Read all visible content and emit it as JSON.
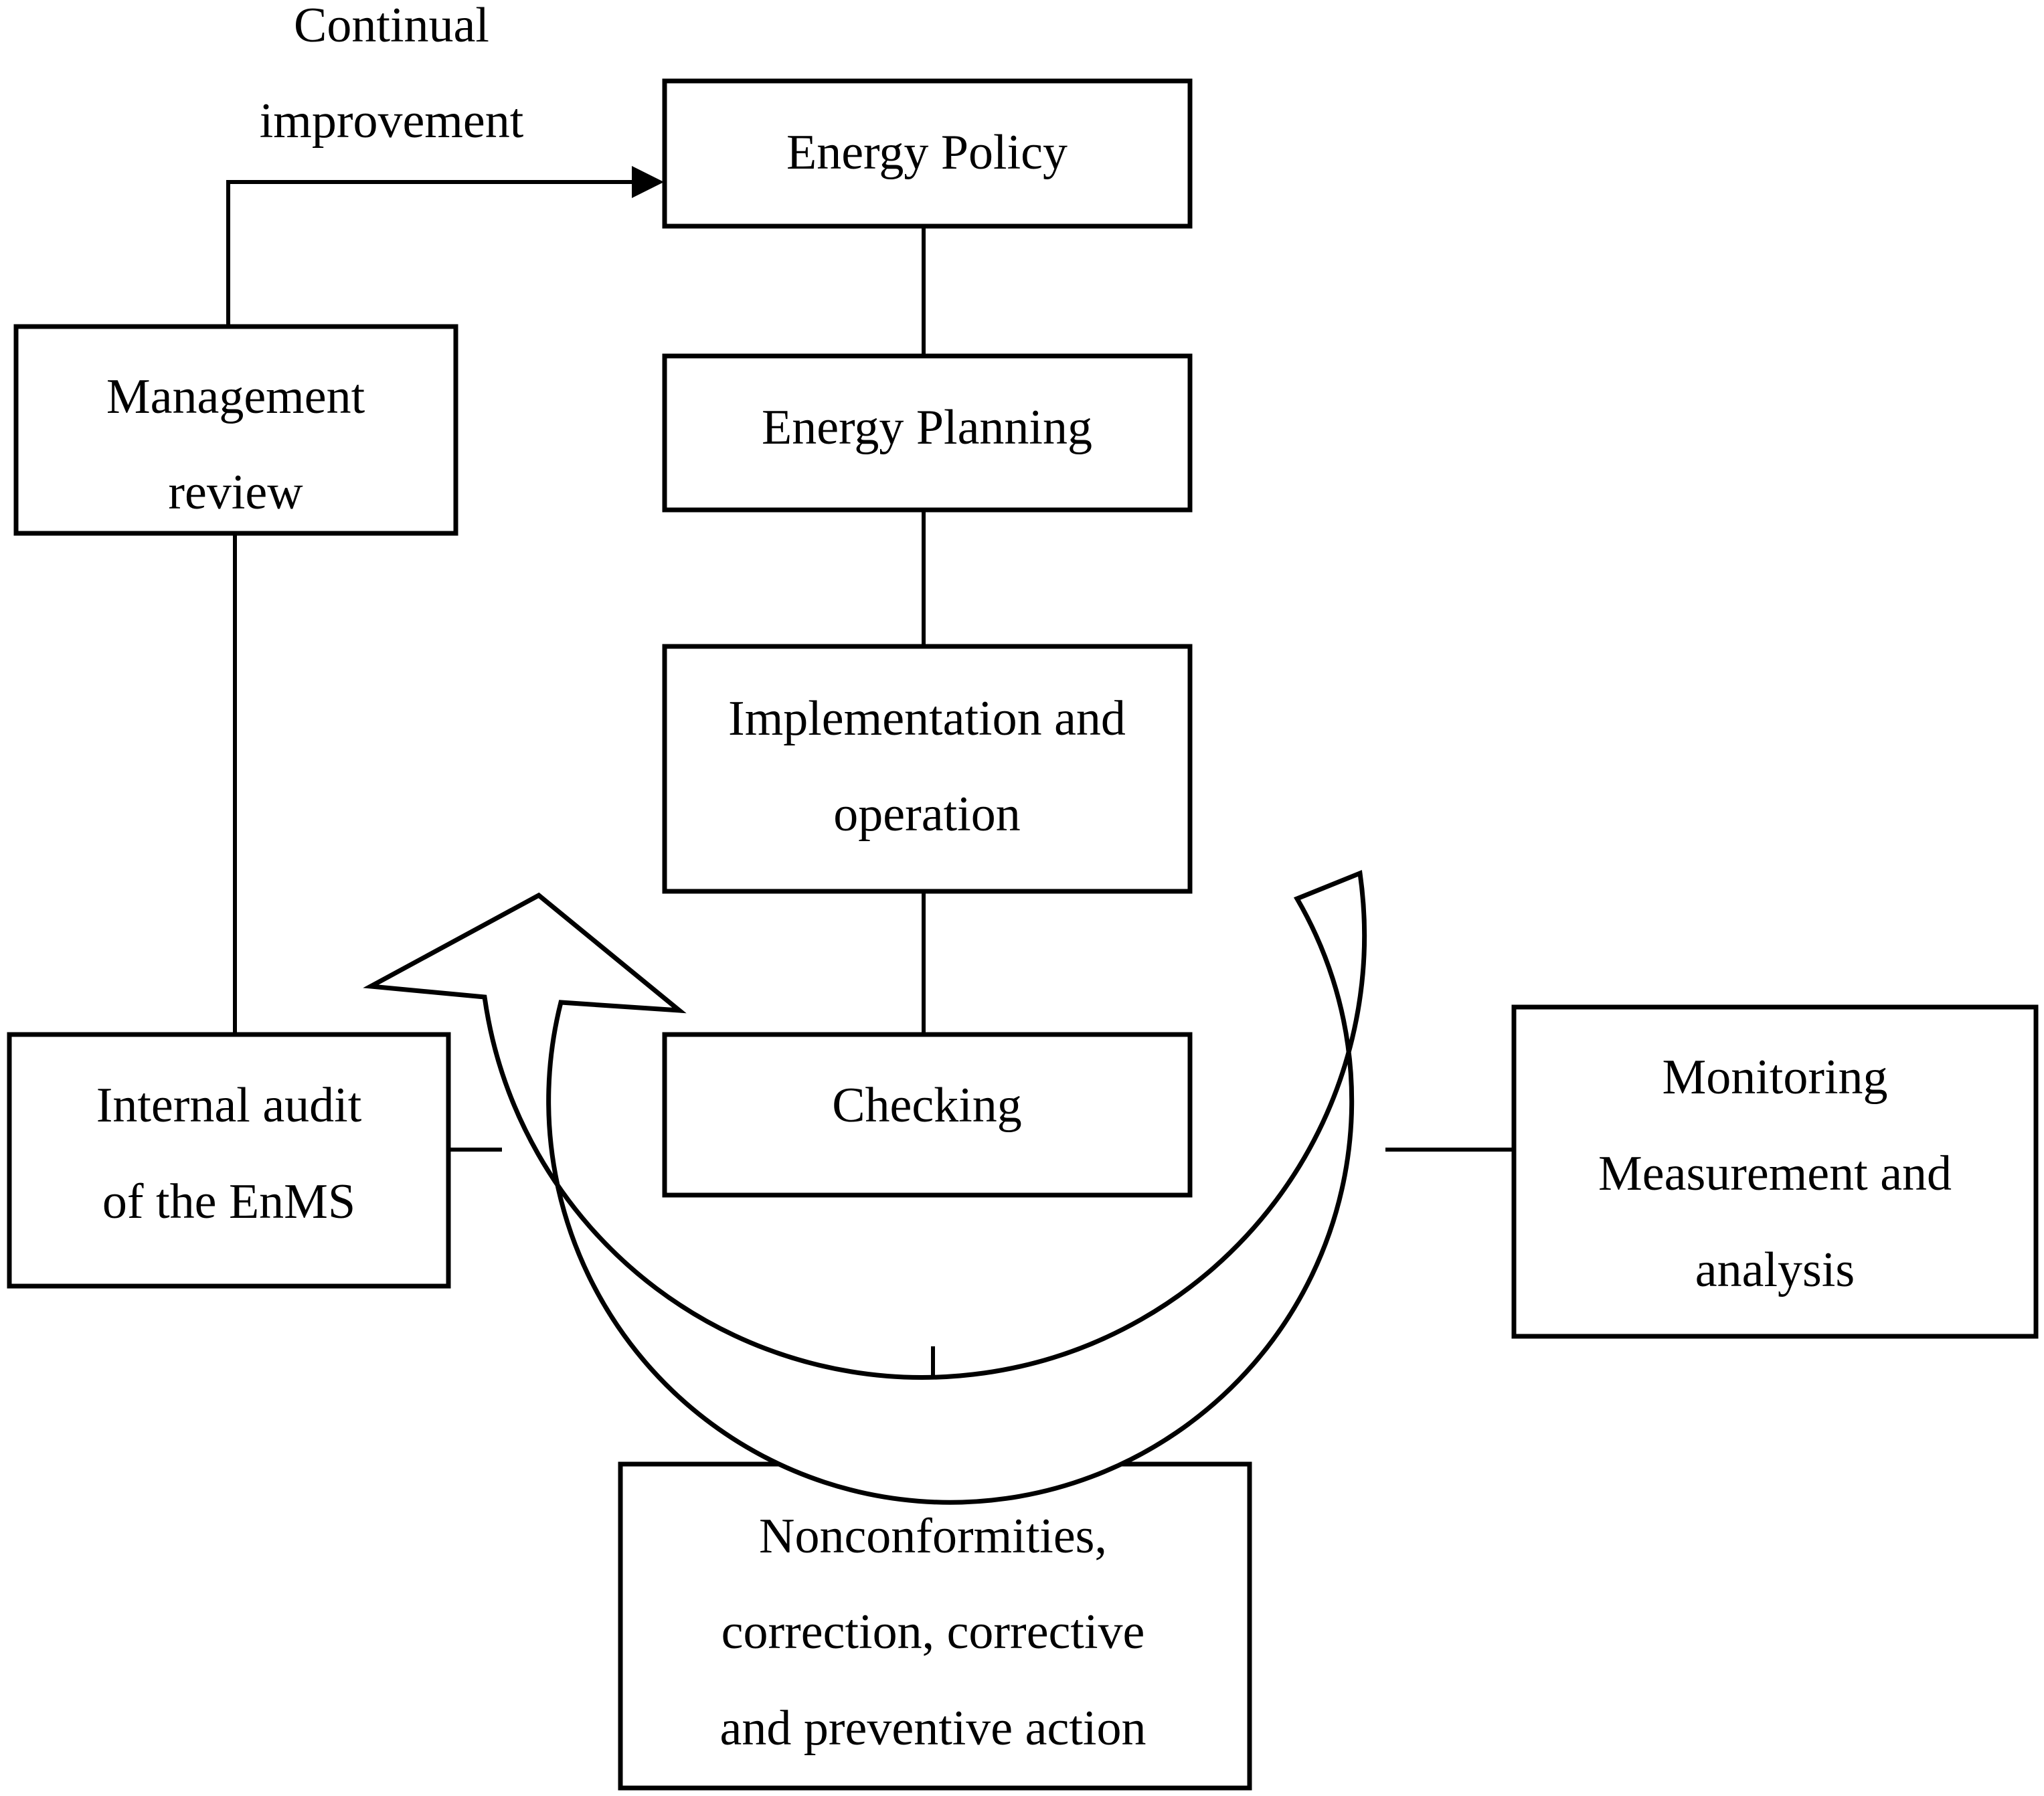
{
  "diagram": {
    "continual_improvement": {
      "line1": "Continual",
      "line2": "improvement"
    },
    "energy_policy": "Energy Policy",
    "energy_planning": "Energy Planning",
    "implementation": {
      "line1": "Implementation and",
      "line2": "operation"
    },
    "checking": "Checking",
    "management_review": {
      "line1": "Management",
      "line2": "review"
    },
    "internal_audit": {
      "line1": "Internal audit",
      "line2": "of the EnMS"
    },
    "monitoring": {
      "line1": "Monitoring",
      "line2": "Measurement and",
      "line3": "analysis"
    },
    "nonconformities": {
      "line1": "Nonconformities,",
      "line2": "correction, corrective",
      "line3": "and preventive action"
    }
  }
}
